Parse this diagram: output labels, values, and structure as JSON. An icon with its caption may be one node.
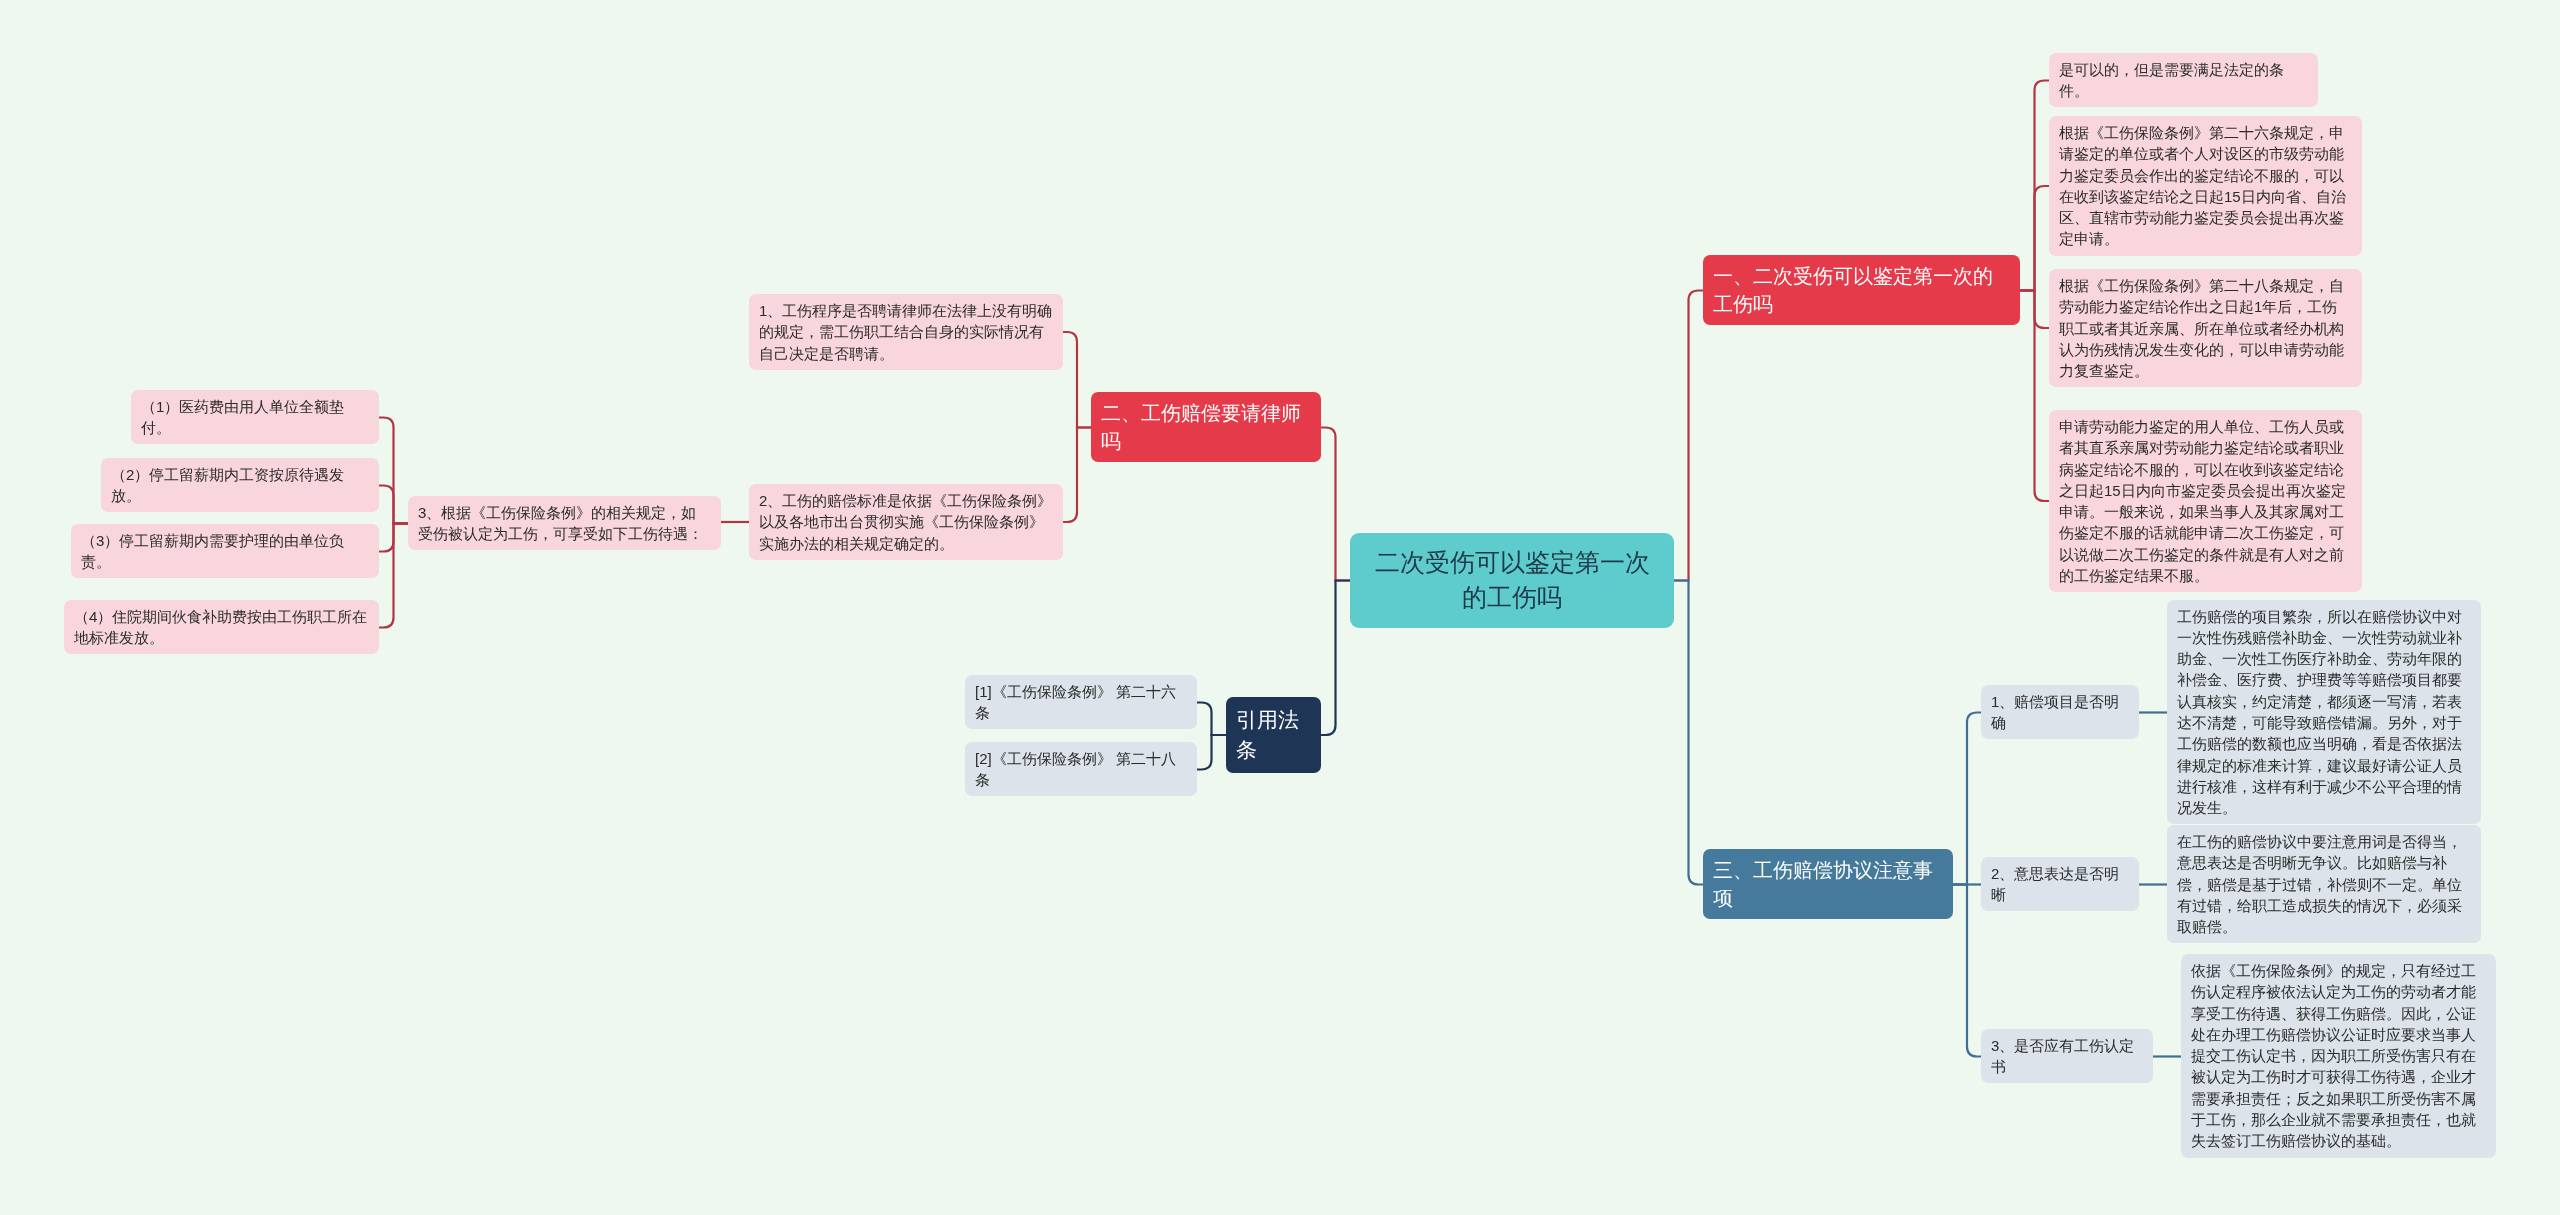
{
  "diagram": {
    "nodes": [
      {
        "text": [
          "二次受伤可以鉴定第一次的工伤吗"
        ]
      },
      {
        "text": [
          "一、二次受伤可以鉴定第一次的工伤吗"
        ]
      },
      {
        "text": [
          "是可以的，但是需要满足法定的条件。"
        ]
      },
      {
        "text": [
          "根据《工伤保险条例》第二十六条规定，申请鉴定的单位或者个人对设区的市级劳动能力鉴定委员会作出的鉴定结论不服的，可以在收到该鉴定结论之日起15日内向省、自治区、直辖市劳动能力鉴定委员会提出再次鉴定申请。"
        ]
      },
      {
        "text": [
          "根据《工伤保险条例》第二十八条规定，自劳动能力鉴定结论作出之日起1年后，工伤职工或者其近亲属、所在单位或者经办机构认为伤残情况发生变化的，可以申请劳动能力复查鉴定。"
        ]
      },
      {
        "text": [
          "申请劳动能力鉴定的用人单位、工伤人员或者其直系亲属对劳动能力鉴定结论或者职业病鉴定结论不服的，可以在收到该鉴定结论之日起15日内向市鉴定委员会提出再次鉴定申请。一般来说，如果当事人及其家属对工伤鉴定不服的话就能申请二次工伤鉴定，可以说做二次工伤鉴定的条件就是有人对之前的工伤鉴定结果不服。"
        ]
      },
      {
        "text": [
          "三、工伤赔偿协议注意事项"
        ]
      },
      {
        "text": [
          "1、赔偿项目是否明确"
        ]
      },
      {
        "text": [
          "工伤赔偿的项目繁杂，所以在赔偿协议中对一次性伤残赔偿补助金、一次性劳动就业补助金、一次性工伤医疗补助金、劳动年限的补偿金、医疗费、护理费等等赔偿项目都要认真核实，约定清楚，都须逐一写清，若表达不清楚，可能导致赔偿错漏。另外，对于工伤赔偿的数额也应当明确，看是否依据法律规定的标准来计算，建议最好请公证人员进行核准，这样有利于减少不公平合理的情况发生。"
        ]
      },
      {
        "text": [
          "2、意思表达是否明晰"
        ]
      },
      {
        "text": [
          "在工伤的赔偿协议中要注意用词是否得当，意思表达是否明晰无争议。比如赔偿与补偿，赔偿是基于过错，补偿则不一定。单位有过错，给职工造成损失的情况下，必须采取赔偿。"
        ]
      },
      {
        "text": [
          "3、是否应有工伤认定书"
        ]
      },
      {
        "text": [
          "依据《工伤保险条例》的规定，只有经过工伤认定程序被依法认定为工伤的劳动者才能享受工伤待遇、获得工伤赔偿。因此，公证处在办理工伤赔偿协议公证时应要求当事人提交工伤认定书，因为职工所受伤害只有在被认定为工伤时才可获得工伤待遇，企业才需要承担责任；反之如果职工所受伤害不属于工伤，那么企业就不需要承担责任，也就失去签订工伤赔偿协议的基础。"
        ]
      },
      {
        "text": [
          "二、工伤赔偿要请律师吗"
        ]
      },
      {
        "text": [
          "1、工伤程序是否聘请律师在法律上没有明确的规定，需工伤职工结合自身的实际情况有自己决定是否聘请。"
        ]
      },
      {
        "text": [
          "2、工伤的赔偿标准是依据《工伤保险条例》以及各地市出台贯彻实施《工伤保险条例》实施办法的相关规定确定的。"
        ]
      },
      {
        "text": [
          "3、根据《工伤保险条例》的相关规定，如受伤被认定为工伤，可享受如下工伤待遇："
        ]
      },
      {
        "text": [
          "（1）医药费由用人单位全额垫付。"
        ]
      },
      {
        "text": [
          "（2）停工留薪期内工资按原待遇发放。"
        ]
      },
      {
        "text": [
          "（3）停工留薪期内需要护理的由单位负责。"
        ]
      },
      {
        "text": [
          "（4）住院期间伙食补助费按由工伤职工所在地标准发放。"
        ]
      },
      {
        "text": [
          "引用法条"
        ]
      },
      {
        "text": [
          "[1]《工伤保险条例》 第二十六条"
        ]
      },
      {
        "text": [
          "[2]《工伤保险条例》 第二十八条"
        ]
      }
    ],
    "edges": [
      {
        "from": 0,
        "to": 1,
        "arrow": "none"
      },
      {
        "from": 1,
        "to": 2,
        "arrow": "none"
      },
      {
        "from": 1,
        "to": 3,
        "arrow": "none"
      },
      {
        "from": 1,
        "to": 4,
        "arrow": "none"
      },
      {
        "from": 1,
        "to": 5,
        "arrow": "none"
      },
      {
        "from": 0,
        "to": 6,
        "arrow": "none",
        "color": "#3f6f92"
      },
      {
        "from": 6,
        "to": 7,
        "arrow": "none",
        "color": "#3f6f92"
      },
      {
        "from": 7,
        "to": 8,
        "arrow": "none",
        "color": "#3f6f92"
      },
      {
        "from": 6,
        "to": 9,
        "arrow": "none",
        "color": "#3f6f92"
      },
      {
        "from": 9,
        "to": 10,
        "arrow": "none",
        "color": "#3f6f92"
      },
      {
        "from": 6,
        "to": 11,
        "arrow": "none",
        "color": "#3f6f92"
      },
      {
        "from": 11,
        "to": 12,
        "arrow": "none",
        "color": "#3f6f92"
      },
      {
        "from": 0,
        "to": 13,
        "arrow": "none"
      },
      {
        "from": 13,
        "to": 14,
        "arrow": "none"
      },
      {
        "from": 13,
        "to": 15,
        "arrow": "none"
      },
      {
        "from": 15,
        "to": 16,
        "arrow": "none"
      },
      {
        "from": 16,
        "to": 17,
        "arrow": "none"
      },
      {
        "from": 16,
        "to": 18,
        "arrow": "none"
      },
      {
        "from": 16,
        "to": 19,
        "arrow": "none"
      },
      {
        "from": 16,
        "to": 20,
        "arrow": "none"
      },
      {
        "from": 0,
        "to": 21,
        "arrow": "none",
        "color": "#1e3556"
      },
      {
        "from": 21,
        "to": 22,
        "arrow": "none",
        "color": "#1e3556"
      },
      {
        "from": 21,
        "to": 23,
        "arrow": "none",
        "color": "#1e3556"
      }
    ]
  }
}
